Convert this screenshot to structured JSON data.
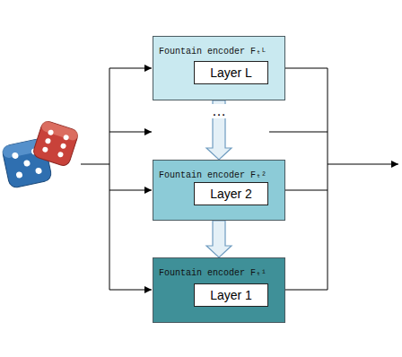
{
  "diagram": {
    "nodes": [
      {
        "text": [
          "Fountain encoder Fₜᴸ"
        ]
      },
      {
        "text": [
          "Layer L"
        ],
        "in": 0
      },
      {
        "text": [
          "Fountain encoder Fₜ²"
        ]
      },
      {
        "text": [
          "Layer 2"
        ],
        "in": 2
      },
      {
        "text": [
          "Fountain encoder Fₜ¹"
        ]
      },
      {
        "text": [
          "Layer 1"
        ],
        "in": 4
      }
    ],
    "edges": [
      {
        "from": 0,
        "to": 2,
        "arrow": "to"
      },
      {
        "from": 2,
        "to": 4,
        "arrow": "to"
      }
    ],
    "labels": [
      "…"
    ]
  }
}
